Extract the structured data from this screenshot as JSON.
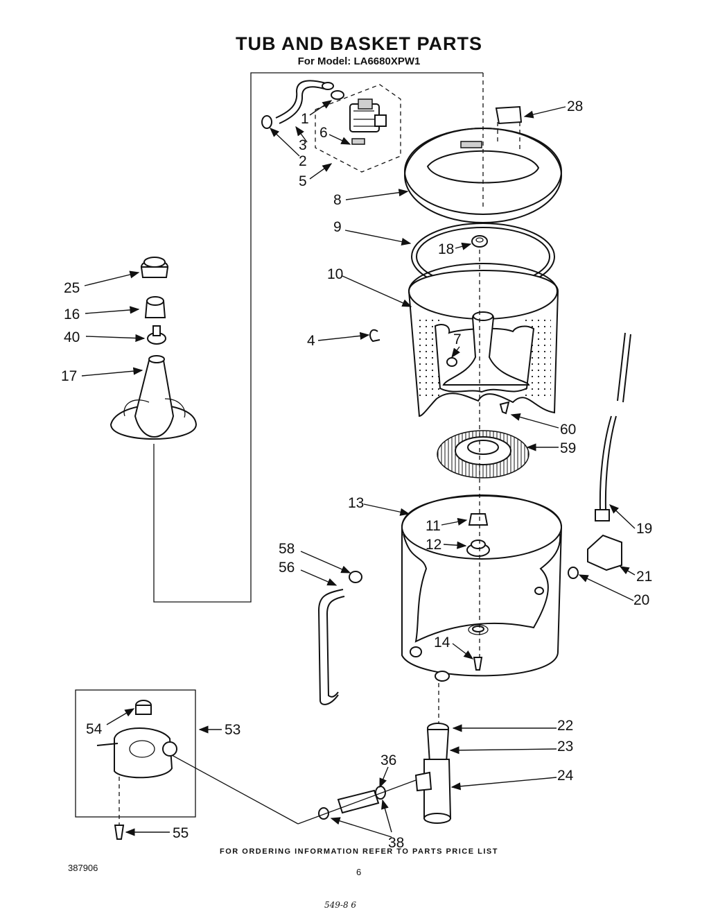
{
  "header": {
    "title": "TUB AND BASKET PARTS",
    "subtitle": "For Model: LA6680XPW1"
  },
  "footer": {
    "ordering_note": "FOR ORDERING INFORMATION REFER TO PARTS PRICE LIST",
    "document_number": "387906",
    "page_number": "6",
    "handwritten_note": "549-8 6"
  },
  "callouts": {
    "n1": "1",
    "n2": "2",
    "n3": "3",
    "n4": "4",
    "n5": "5",
    "n6": "6",
    "n7": "7",
    "n8": "8",
    "n9": "9",
    "n10": "10",
    "n11": "11",
    "n12": "12",
    "n13": "13",
    "n14": "14",
    "n16": "16",
    "n17": "17",
    "n18": "18",
    "n19": "19",
    "n20": "20",
    "n21": "21",
    "n22": "22",
    "n23": "23",
    "n24": "24",
    "n25": "25",
    "n28": "28",
    "n36": "36",
    "n38": "38",
    "n40": "40",
    "n53": "53",
    "n54": "54",
    "n55": "55",
    "n56": "56",
    "n58": "58",
    "n59": "59",
    "n60": "60"
  }
}
